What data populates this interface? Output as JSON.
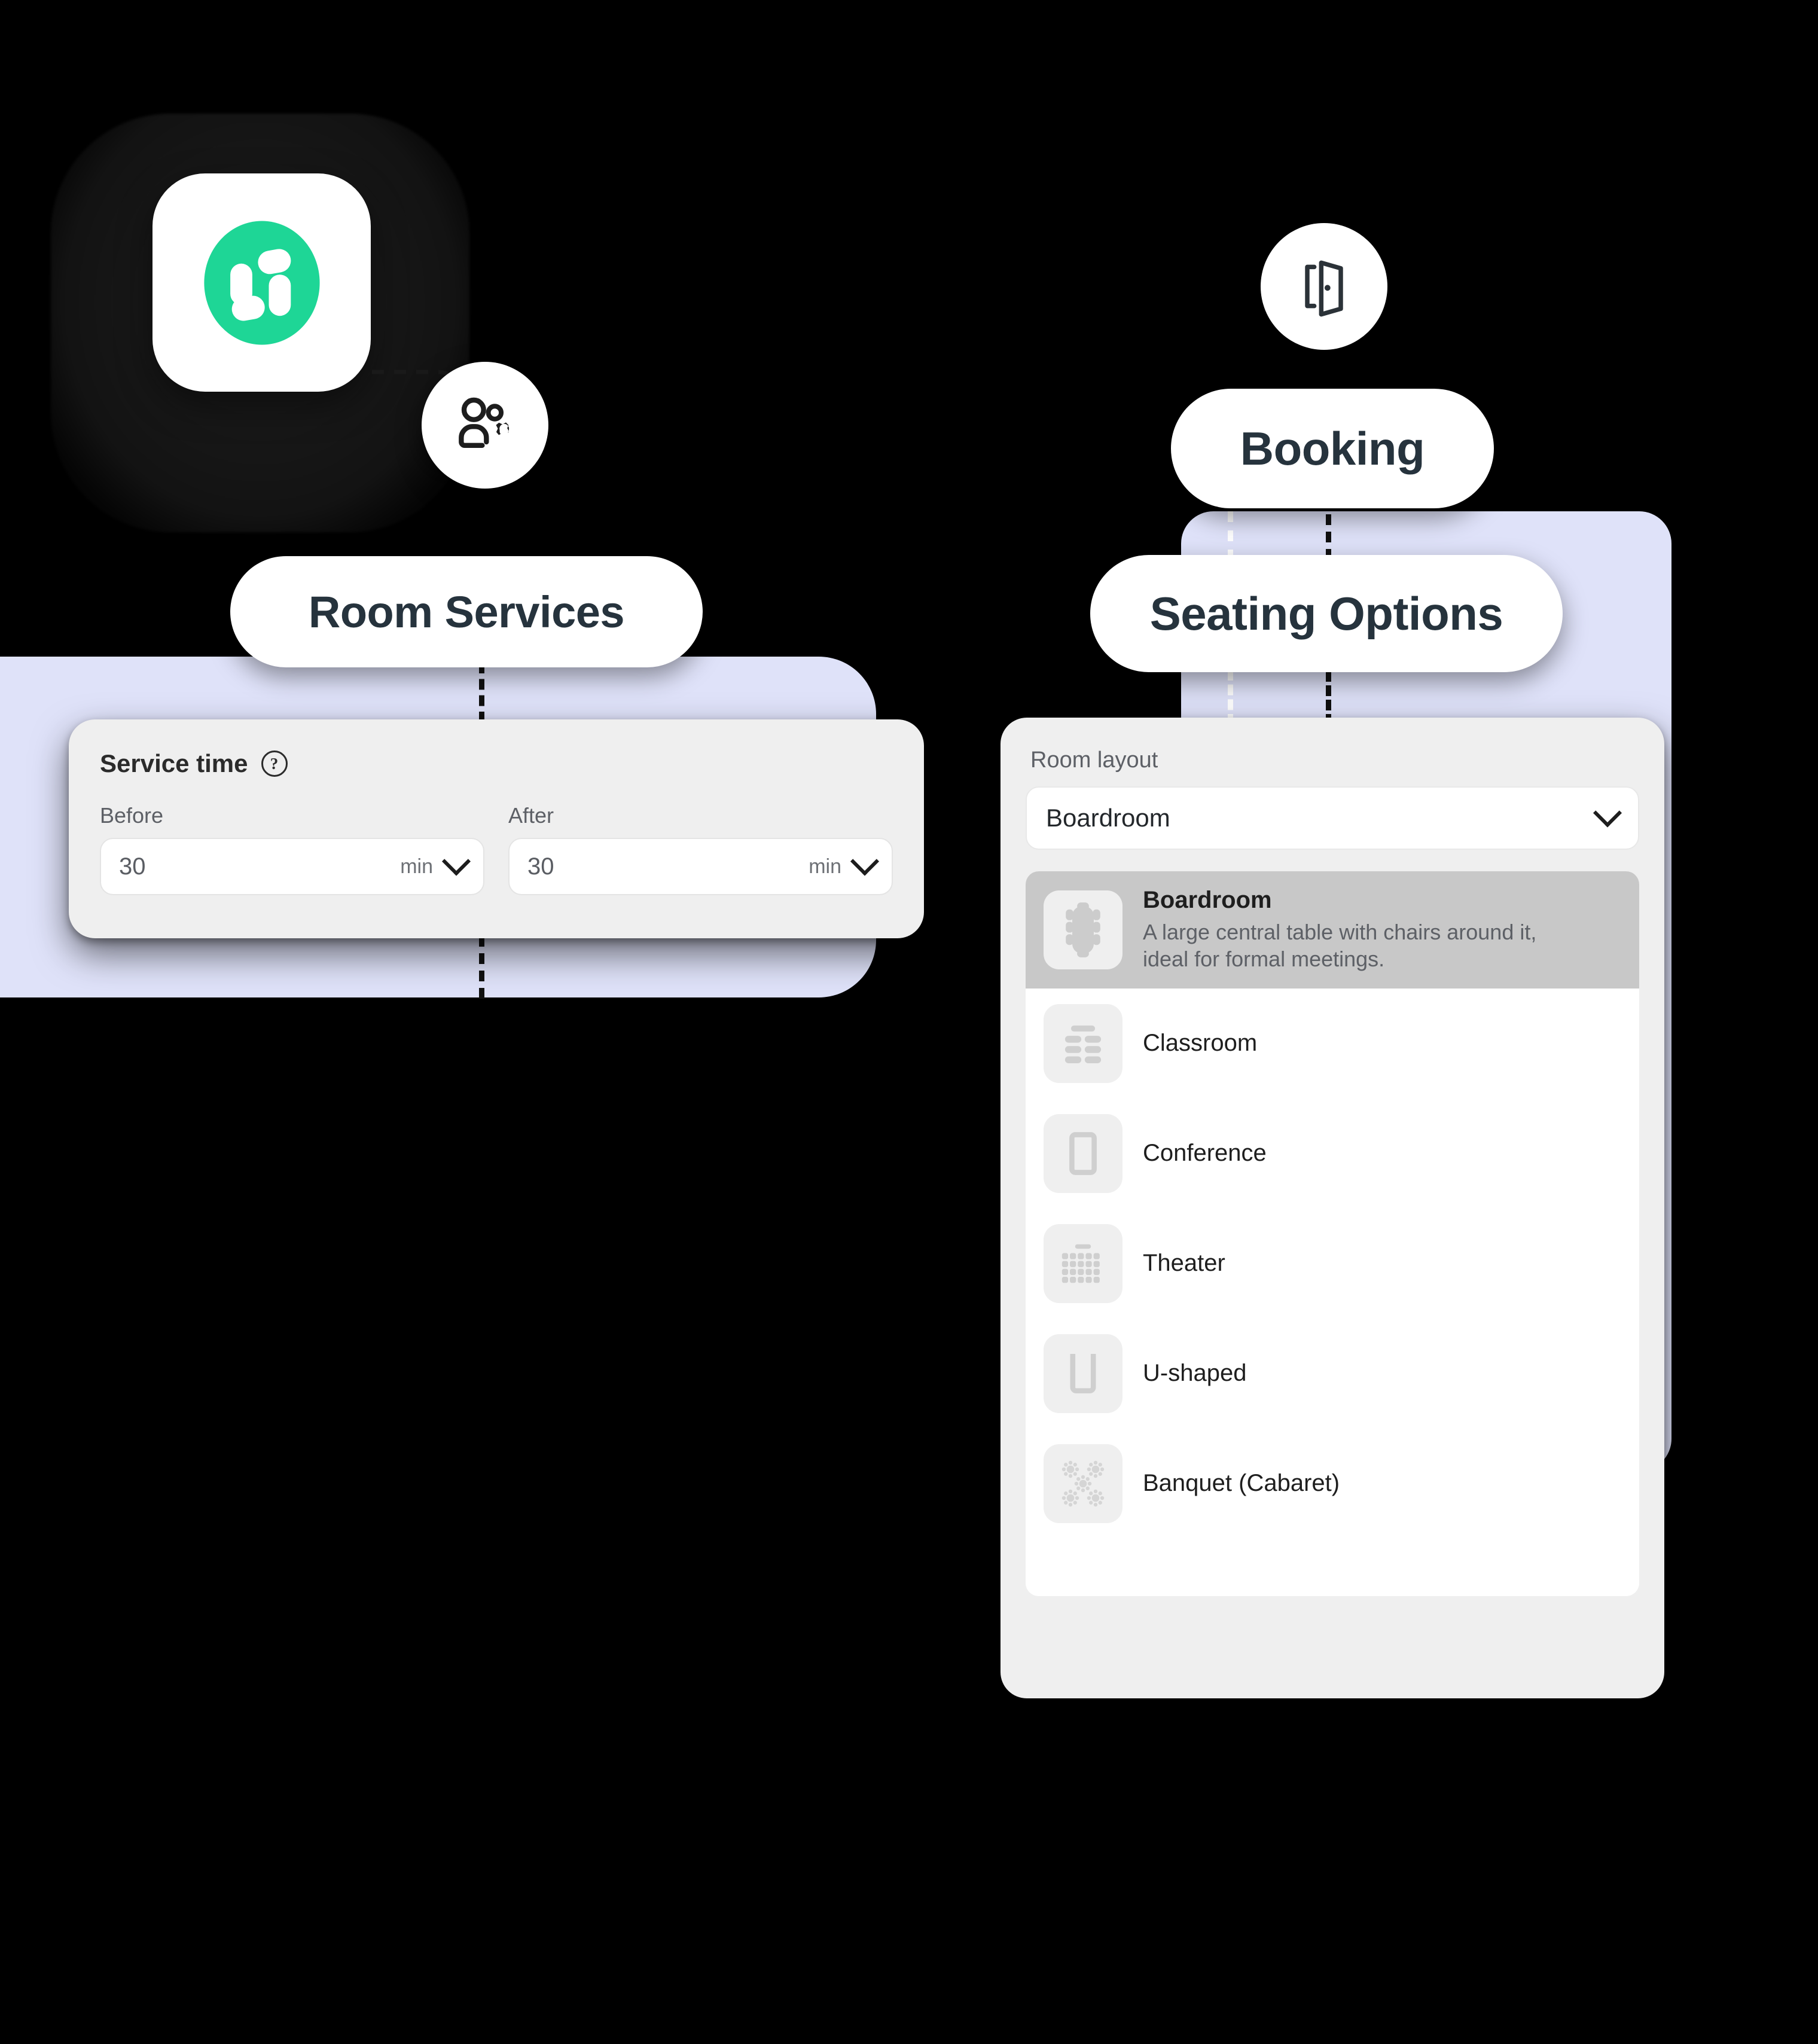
{
  "brand": {
    "logo_icon": "app-logo-icon",
    "badge_icon": "users-settings-icon"
  },
  "left": {
    "pill_label": "Room Services",
    "card": {
      "title": "Service time",
      "help_icon": "question-mark-icon",
      "fields": [
        {
          "label": "Before",
          "value": "30",
          "unit": "min",
          "chevron": "chevron-down-icon"
        },
        {
          "label": "After",
          "value": "30",
          "unit": "min",
          "chevron": "chevron-down-icon"
        }
      ]
    }
  },
  "right": {
    "top_icon": "door-open-icon",
    "top_pill_label": "Booking",
    "pill_label": "Seating Options",
    "card": {
      "select_label": "Room layout",
      "selected_value": "Boardroom",
      "chevron": "chevron-down-icon",
      "options": [
        {
          "name": "Boardroom",
          "description": "A large central table with chairs around it, ideal for formal meetings.",
          "icon": "boardroom-layout-icon",
          "selected": true
        },
        {
          "name": "Classroom",
          "description": "",
          "icon": "classroom-layout-icon",
          "selected": false
        },
        {
          "name": "Conference",
          "description": "",
          "icon": "conference-layout-icon",
          "selected": false
        },
        {
          "name": "Theater",
          "description": "",
          "icon": "theater-layout-icon",
          "selected": false
        },
        {
          "name": "U-shaped",
          "description": "",
          "icon": "u-shaped-layout-icon",
          "selected": false
        },
        {
          "name": "Banquet (Cabaret)",
          "description": "",
          "icon": "banquet-layout-icon",
          "selected": false
        }
      ]
    }
  },
  "colors": {
    "accent_green": "#1ED696",
    "panel_lavender": "#DFE2F9",
    "card_grey": "#EFEFEF",
    "selected_row": "#C8C8C8",
    "text_dark": "#26333D",
    "background": "#000000"
  }
}
